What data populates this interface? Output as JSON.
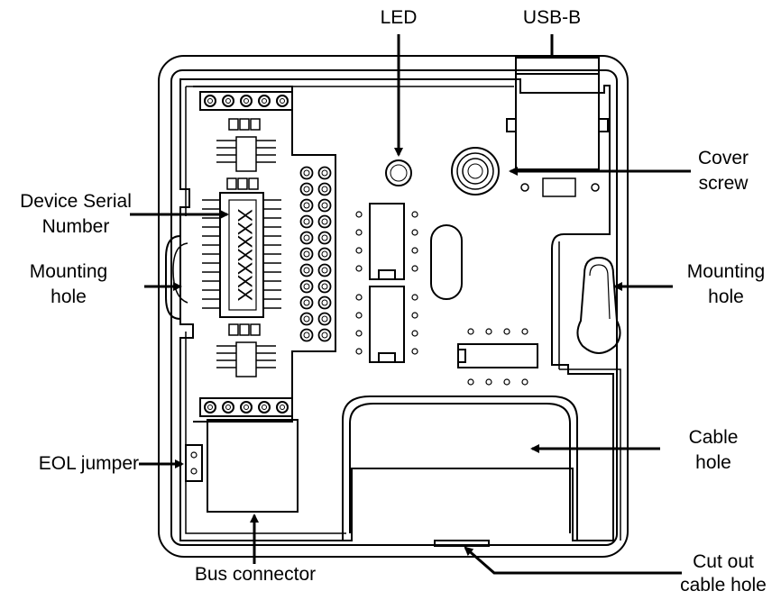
{
  "labels": {
    "led": "LED",
    "usb": "USB-B",
    "cover_screw_line1": "Cover",
    "cover_screw_line2": "screw",
    "serial_line1": "Device Serial",
    "serial_line2": "Number",
    "mount_left_line1": "Mounting",
    "mount_left_line2": "hole",
    "mount_right_line1": "Mounting",
    "mount_right_line2": "hole",
    "eol": "EOL jumper",
    "cable_line1": "Cable",
    "cable_line2": "hole",
    "bus": "Bus connector",
    "cutout_line1": "Cut out",
    "cutout_line2": "cable hole"
  },
  "chip_text": "XXXXXXX"
}
